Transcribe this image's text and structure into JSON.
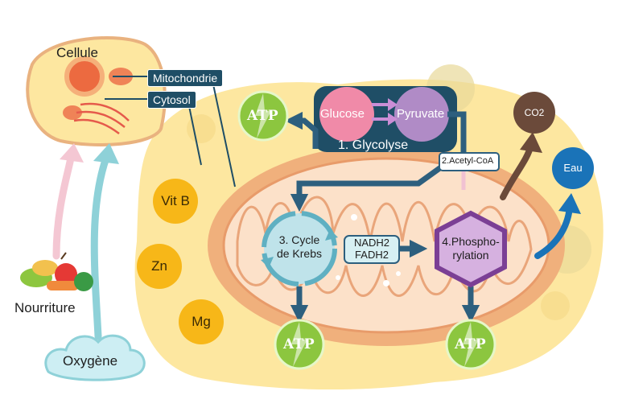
{
  "cell": {
    "title": "Cellule"
  },
  "tags": {
    "mitochondrie": "Mitochondrie",
    "cytosol": "Cytosol"
  },
  "inputs": {
    "food": "Nourriture",
    "oxygen": "Oxygène"
  },
  "minerals": [
    "Vit B",
    "Zn",
    "Mg"
  ],
  "glycolysis": {
    "glucose": "Glucose",
    "pyruvate": "Pyruvate",
    "label": "1. Glycolyse"
  },
  "acetyl": "2.Acetyl-CoA",
  "krebs": {
    "line1": "3. Cycle",
    "line2": "de Krebs"
  },
  "carriers": {
    "nadh": "NADH2",
    "fadh": "FADH2"
  },
  "phospho": {
    "line1": "4.Phospho-",
    "line2": "rylation"
  },
  "outputs": {
    "co2": "CO2",
    "eau": "Eau"
  },
  "atp": "ATP",
  "colors": {
    "cytosol": "#fde7a0",
    "mitochondria": "#f0b07c",
    "arrow": "#2d5f7e",
    "atp": "#8cc63f",
    "glucose": "#f08aa8",
    "pyruvate": "#b08bc6",
    "krebs": "#bfe3ea",
    "phospho": "#d6b1e0",
    "co2": "#6b4a3a",
    "eau": "#1a73b8",
    "mineral": "#f7b718"
  }
}
